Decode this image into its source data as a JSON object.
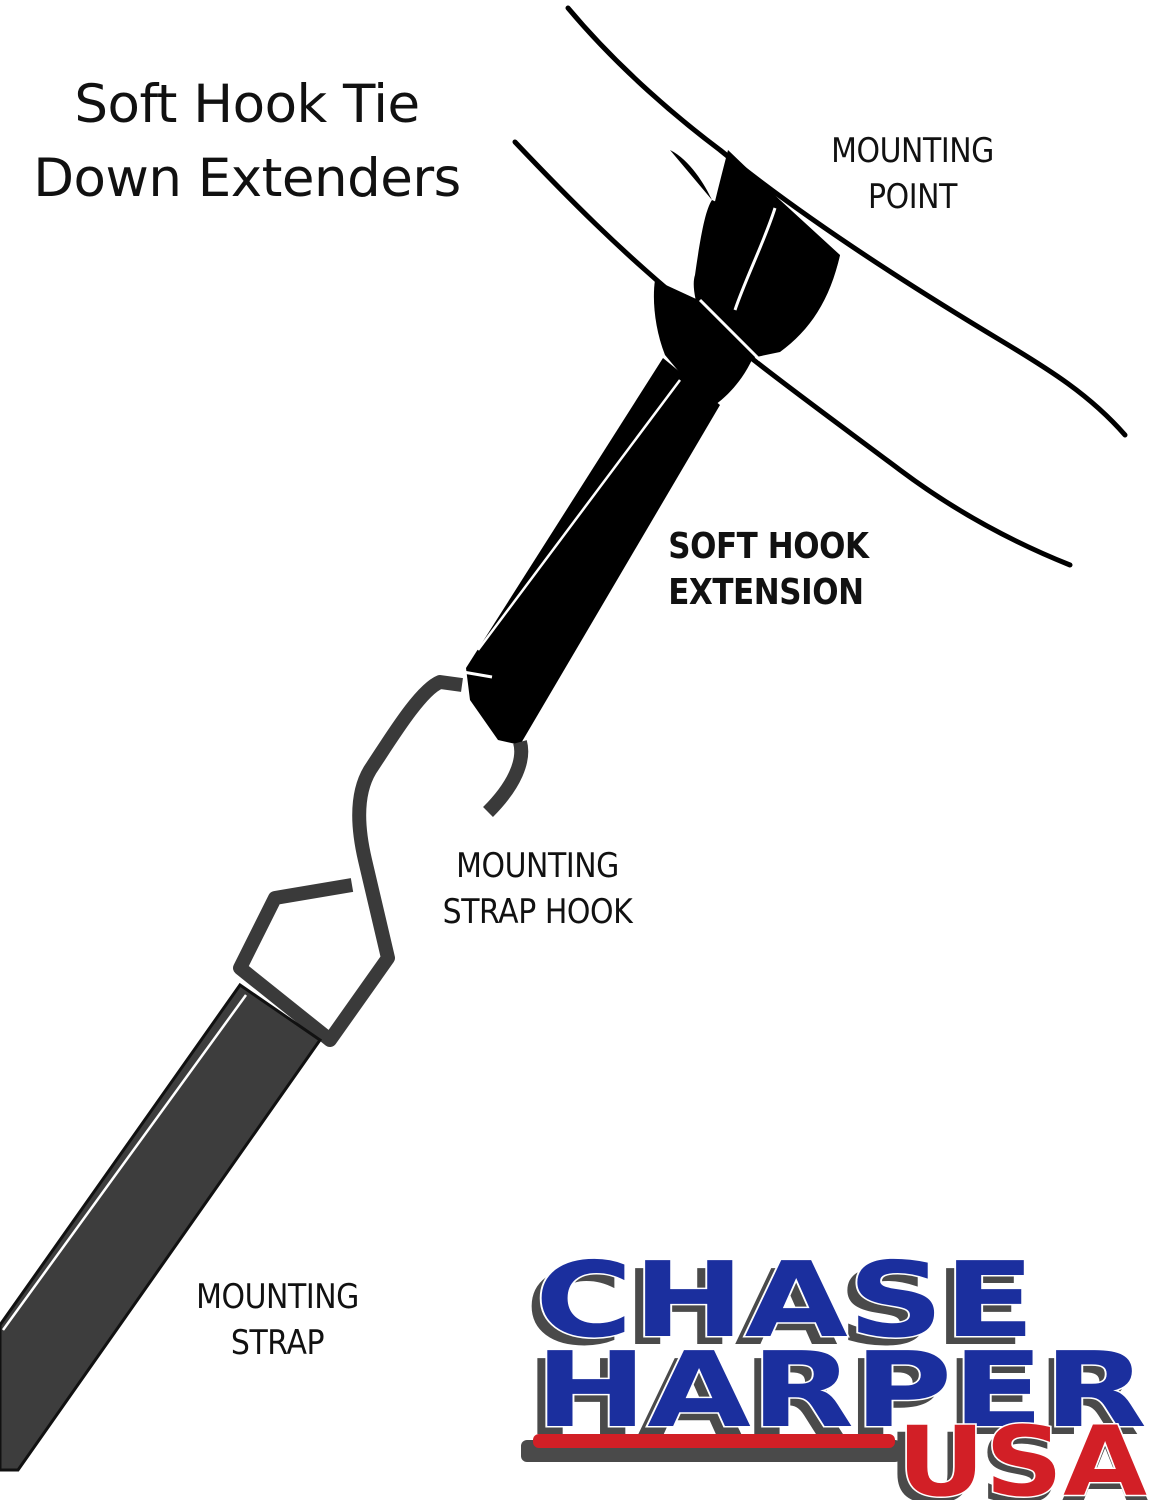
{
  "title": {
    "line1": "Soft Hook Tie",
    "line2": "Down Extenders"
  },
  "labels": {
    "mounting_point": {
      "line1": "MOUNTING",
      "line2": "POINT"
    },
    "soft_hook_extension": {
      "line1": "SOFT HOOK",
      "line2": "EXTENSION"
    },
    "mounting_strap_hook": {
      "line1": "MOUNTING",
      "line2": "STRAP HOOK"
    },
    "mounting_strap": {
      "line1": "MOUNTING",
      "line2": "STRAP"
    }
  },
  "logo": {
    "line1": "CHASE",
    "line2": "HARPER",
    "line3": "USA",
    "colors": {
      "blue": "#1b2f9e",
      "red": "#d21f26",
      "shadow": "#4a4a4a"
    }
  },
  "colors": {
    "background": "#ffffff",
    "soft_hook": "#000000",
    "strap_hook": "#3a3a3a",
    "mounting_strap": "#3d3d3d",
    "text": "#111111"
  }
}
